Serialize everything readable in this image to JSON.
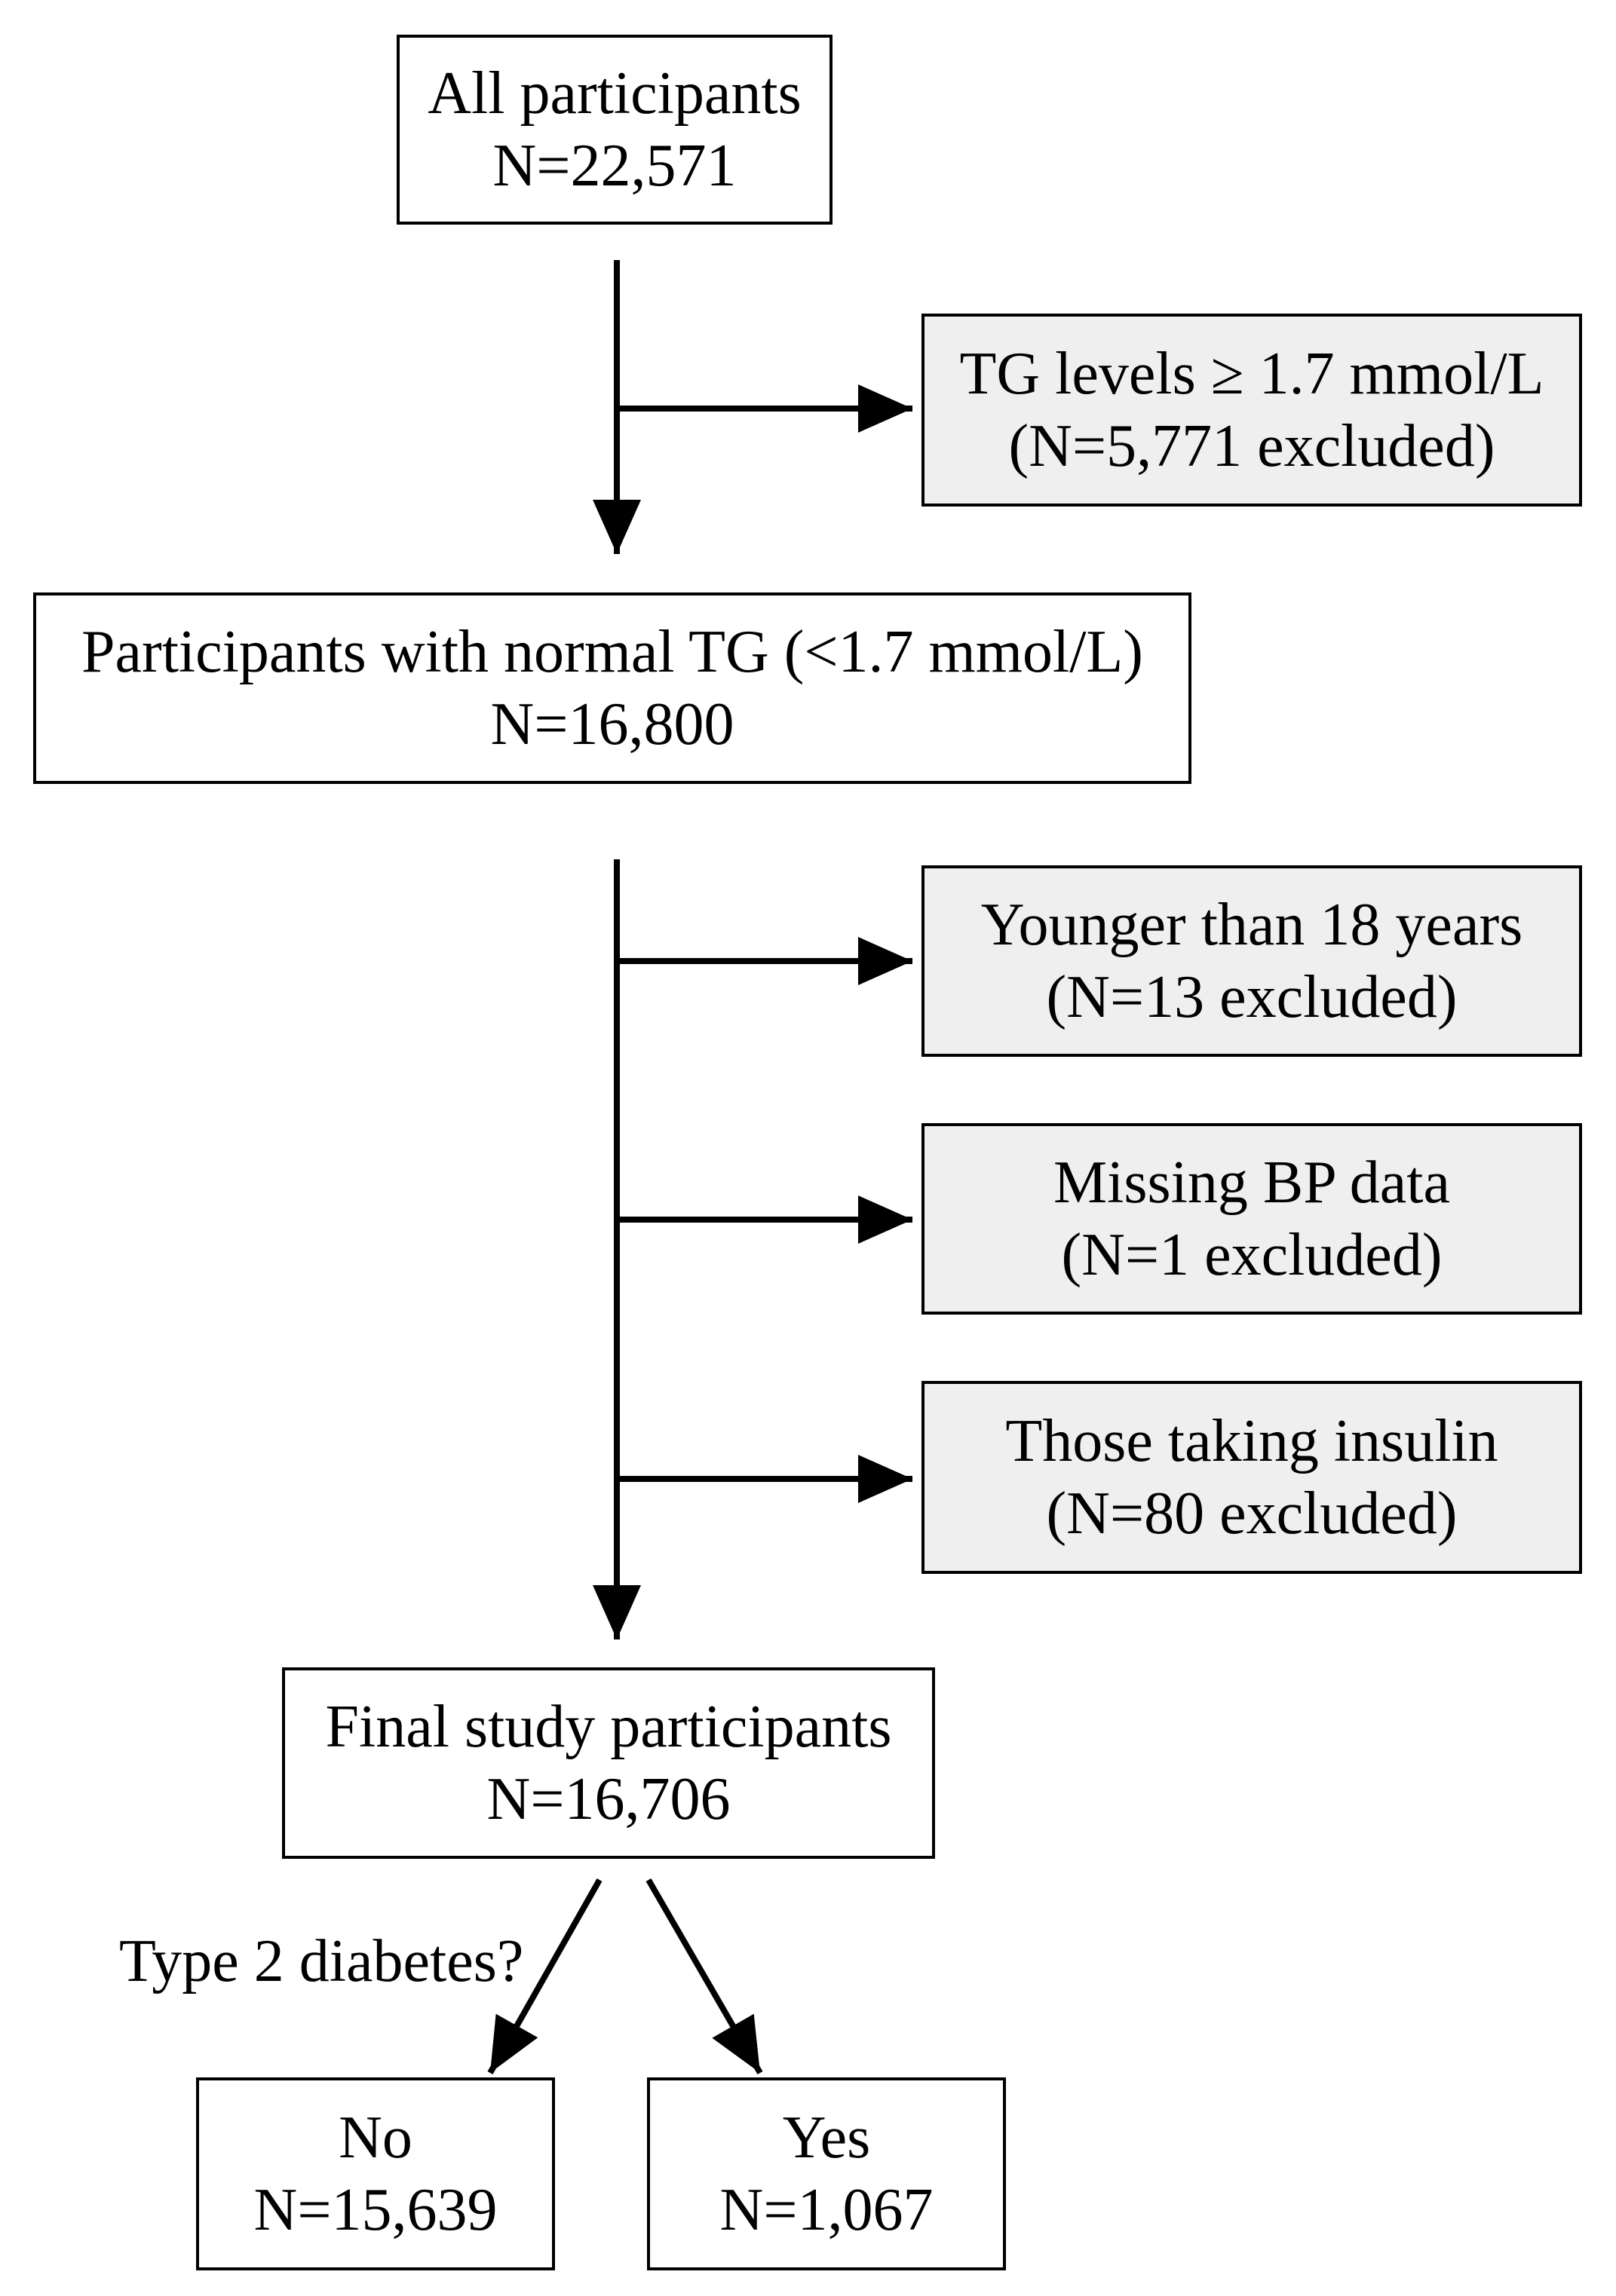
{
  "flow": {
    "all": {
      "title": "All participants",
      "count": "N=22,571"
    },
    "excl_tg": {
      "line1": "TG levels ≥ 1.7 mmol/L",
      "line2": "(N=5,771 excluded)"
    },
    "normal_tg": {
      "title": "Participants with normal TG (<1.7 mmol/L)",
      "count": "N=16,800"
    },
    "excl_age": {
      "line1": "Younger than 18 years",
      "line2": "(N=13 excluded)"
    },
    "excl_bp": {
      "line1": "Missing BP data",
      "line2": "(N=1 excluded)"
    },
    "excl_insulin": {
      "line1": "Those taking insulin",
      "line2": "(N=80 excluded)"
    },
    "final": {
      "title": "Final study participants",
      "count": "N=16,706"
    },
    "question": "Type 2 diabetes?",
    "no": {
      "title": "No",
      "count": "N=15,639"
    },
    "yes": {
      "title": "Yes",
      "count": "N=1,067"
    }
  }
}
